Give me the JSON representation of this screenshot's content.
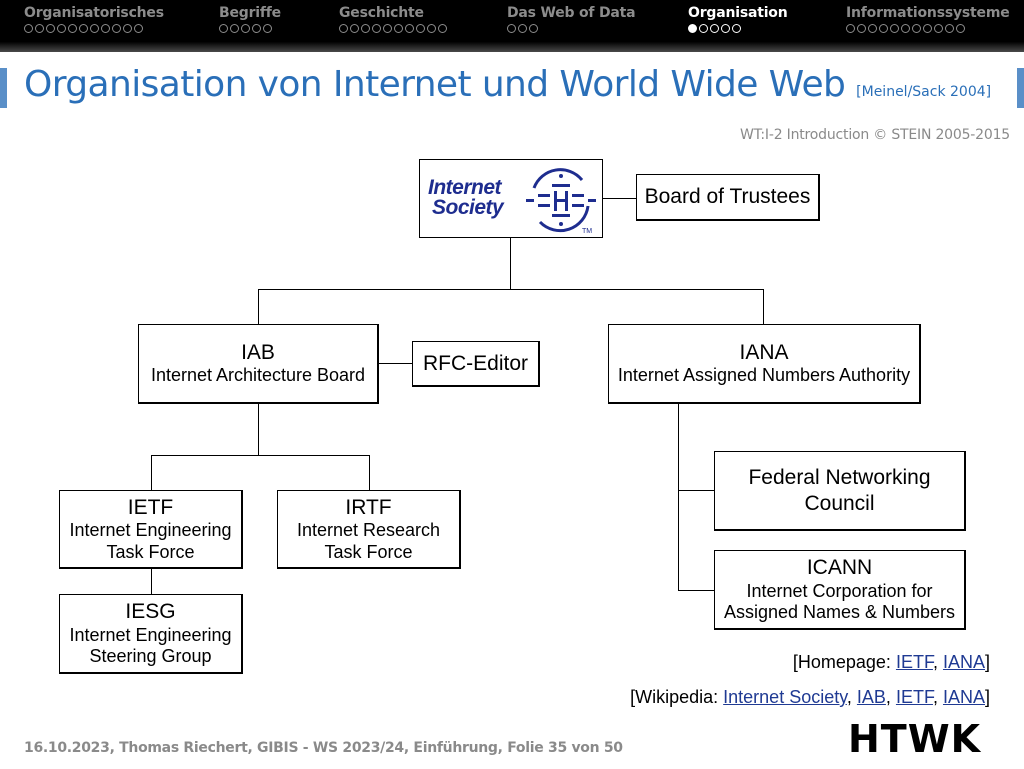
{
  "nav": {
    "sections": [
      {
        "label": "Organisatorisches",
        "dots": 11,
        "filled": 0,
        "active": false
      },
      {
        "label": "Begriffe",
        "dots": 5,
        "filled": 0,
        "active": false
      },
      {
        "label": "Geschichte",
        "dots": 10,
        "filled": 0,
        "active": false
      },
      {
        "label": "Das Web of Data",
        "dots": 3,
        "filled": 0,
        "active": false
      },
      {
        "label": "Organisation",
        "dots": 5,
        "filled": 1,
        "active": true
      },
      {
        "label": "Informationssysteme",
        "dots": 11,
        "filled": 0,
        "active": false
      }
    ]
  },
  "slide": {
    "title": "Organisation von Internet und World Wide Web",
    "reference": "[Meinel/Sack 2004]",
    "copyright": "WT:I-2 Introduction © STEIN 2005-2015"
  },
  "diagram": {
    "isoc_logo": {
      "line1": "Internet",
      "line2": "Society",
      "tm": "TM",
      "icon": "globe-network-icon"
    },
    "trustees": "Board of Trustees",
    "iab": {
      "abbr": "IAB",
      "full": "Internet Architecture Board"
    },
    "rfc": "RFC-Editor",
    "iana": {
      "abbr": "IANA",
      "full": "Internet Assigned Numbers Authority"
    },
    "ietf": {
      "abbr": "IETF",
      "line1": "Internet Engineering",
      "line2": "Task Force"
    },
    "irtf": {
      "abbr": "IRTF",
      "line1": "Internet Research",
      "line2": "Task Force"
    },
    "iesg": {
      "abbr": "IESG",
      "line1": "Internet Engineering",
      "line2": "Steering Group"
    },
    "fnc": {
      "line1": "Federal Networking",
      "line2": "Council"
    },
    "icann": {
      "abbr": "ICANN",
      "line1": "Internet Corporation for",
      "line2": "Assigned Names & Numbers"
    }
  },
  "links": {
    "homepage": {
      "prefix": "[Homepage: ",
      "ietf": "IETF",
      "sep": ", ",
      "iana": "IANA",
      "suffix": "]"
    },
    "wikipedia": {
      "prefix": "[Wikipedia: ",
      "isoc": "Internet Society",
      "iab": "IAB",
      "ietf": "IETF",
      "iana": "IANA",
      "sep": ", ",
      "suffix": "]"
    }
  },
  "footer": {
    "text": "16.10.2023, Thomas Riechert, GIBIS - WS 2023/24, Einführung, Folie 35 von 50",
    "logo": "HTWK"
  },
  "colors": {
    "accent": "#2a6fb8",
    "link": "#1f3a93",
    "logo_blue": "#1e2d8f"
  }
}
